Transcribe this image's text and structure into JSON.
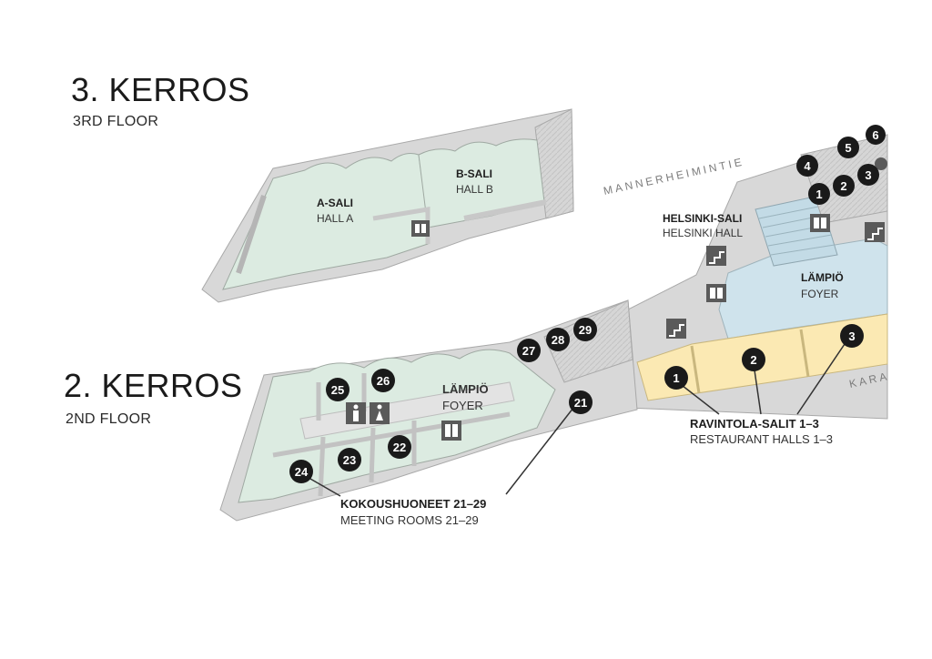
{
  "floor3": {
    "title": "3. KERROS",
    "subtitle": "3RD FLOOR"
  },
  "floor2": {
    "title": "2. KERROS",
    "subtitle": "2ND FLOOR"
  },
  "rooms": {
    "a_sali": {
      "fi": "A-SALI",
      "en": "HALL A"
    },
    "b_sali": {
      "fi": "B-SALI",
      "en": "HALL B"
    },
    "helsinki_sali": {
      "fi": "HELSINKI-SALI",
      "en": "HELSINKI HALL"
    },
    "lampio_right": {
      "fi": "LÄMPIÖ",
      "en": "FOYER"
    },
    "lampio_left": {
      "fi": "LÄMPIÖ",
      "en": "FOYER"
    }
  },
  "callouts": {
    "restaurant": {
      "fi": "RAVINTOLA-SALIT 1–3",
      "en": "RESTAURANT HALLS 1–3"
    },
    "meeting": {
      "fi": "KOKOUSHUONEET 21–29",
      "en": "MEETING ROOMS 21–29"
    }
  },
  "streets": {
    "mannerheimintie": "MANNERHEIMINTIE",
    "kara": "KARA"
  },
  "markers": {
    "m1": "1",
    "m2": "2",
    "m3": "3",
    "m4": "4",
    "m5": "5",
    "m6": "6",
    "r1": "1",
    "r2": "2",
    "r3": "3",
    "m21": "21",
    "m22": "22",
    "m23": "23",
    "m24": "24",
    "m25": "25",
    "m26": "26",
    "m27": "27",
    "m28": "28",
    "m29": "29"
  },
  "colors": {
    "hall_green": "#dcebe1",
    "foyer_blue": "#cfe3ec",
    "restaurant_yellow": "#fbe9b3",
    "wall_gray": "#cfcfcf",
    "marker_black": "#1a1a1a"
  },
  "icons": [
    "elevator-icon",
    "stairs-icon",
    "toilet-man-icon",
    "toilet-woman-icon",
    "accessible-icon"
  ]
}
